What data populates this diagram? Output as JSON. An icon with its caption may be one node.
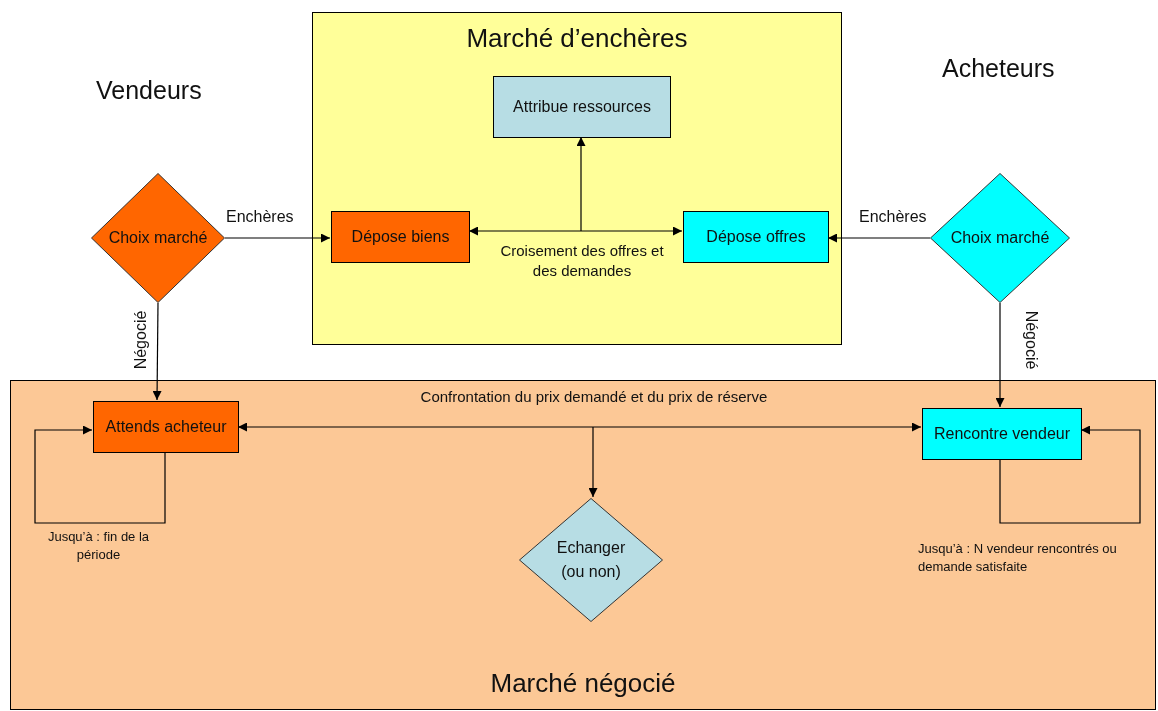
{
  "diagram": {
    "nodes": [
      {
        "text": [
          "Marché d’enchères"
        ]
      },
      {
        "text": [
          "Attribue ressources"
        ],
        "in": 0
      },
      {
        "text": [
          "Dépose biens"
        ],
        "in": 0
      },
      {
        "text": [
          "Dépose offres"
        ],
        "in": 0
      },
      {
        "text": [
          "Croisement des offres et des demandes"
        ],
        "in": 0
      },
      {
        "text": [
          "Marché négocié"
        ]
      },
      {
        "text": [
          "Attends acheteur"
        ],
        "in": 5
      },
      {
        "text": [
          "Rencontre vendeur"
        ],
        "in": 5
      },
      {
        "text": [
          "Echanger (ou non)"
        ],
        "in": 5
      },
      {
        "text": [
          "Confrontation du prix demandé et du prix de réserve"
        ],
        "in": 5
      },
      {
        "text": [
          "Choix marché"
        ]
      },
      {
        "text": [
          "Choix marché"
        ]
      }
    ],
    "edges": [
      {
        "from": 4,
        "to": 2,
        "arrow": "to"
      },
      {
        "from": 4,
        "to": 3,
        "arrow": "to"
      },
      {
        "from": 4,
        "to": 1,
        "arrow": "to"
      },
      {
        "from": 10,
        "to": 2,
        "arrow": "to",
        "label": "Enchères"
      },
      {
        "from": 10,
        "to": 6,
        "arrow": "to",
        "label": "Négocié"
      },
      {
        "from": 11,
        "to": 3,
        "arrow": "to",
        "label": "Enchères"
      },
      {
        "from": 11,
        "to": 7,
        "arrow": "to",
        "label": "Négocié"
      },
      {
        "from": 9,
        "to": 6,
        "arrow": "to"
      },
      {
        "from": 9,
        "to": 7,
        "arrow": "to"
      },
      {
        "from": 9,
        "to": 8,
        "arrow": "to"
      },
      {
        "from": 6,
        "to": 6,
        "arrow": "to"
      },
      {
        "from": 7,
        "to": 7,
        "arrow": "to"
      }
    ],
    "labels": [
      "Vendeurs",
      "Acheteurs",
      "Jusqu’à : fin de la période",
      "Jusqu’à : N vendeur rencontrés ou demande satisfaite"
    ]
  }
}
